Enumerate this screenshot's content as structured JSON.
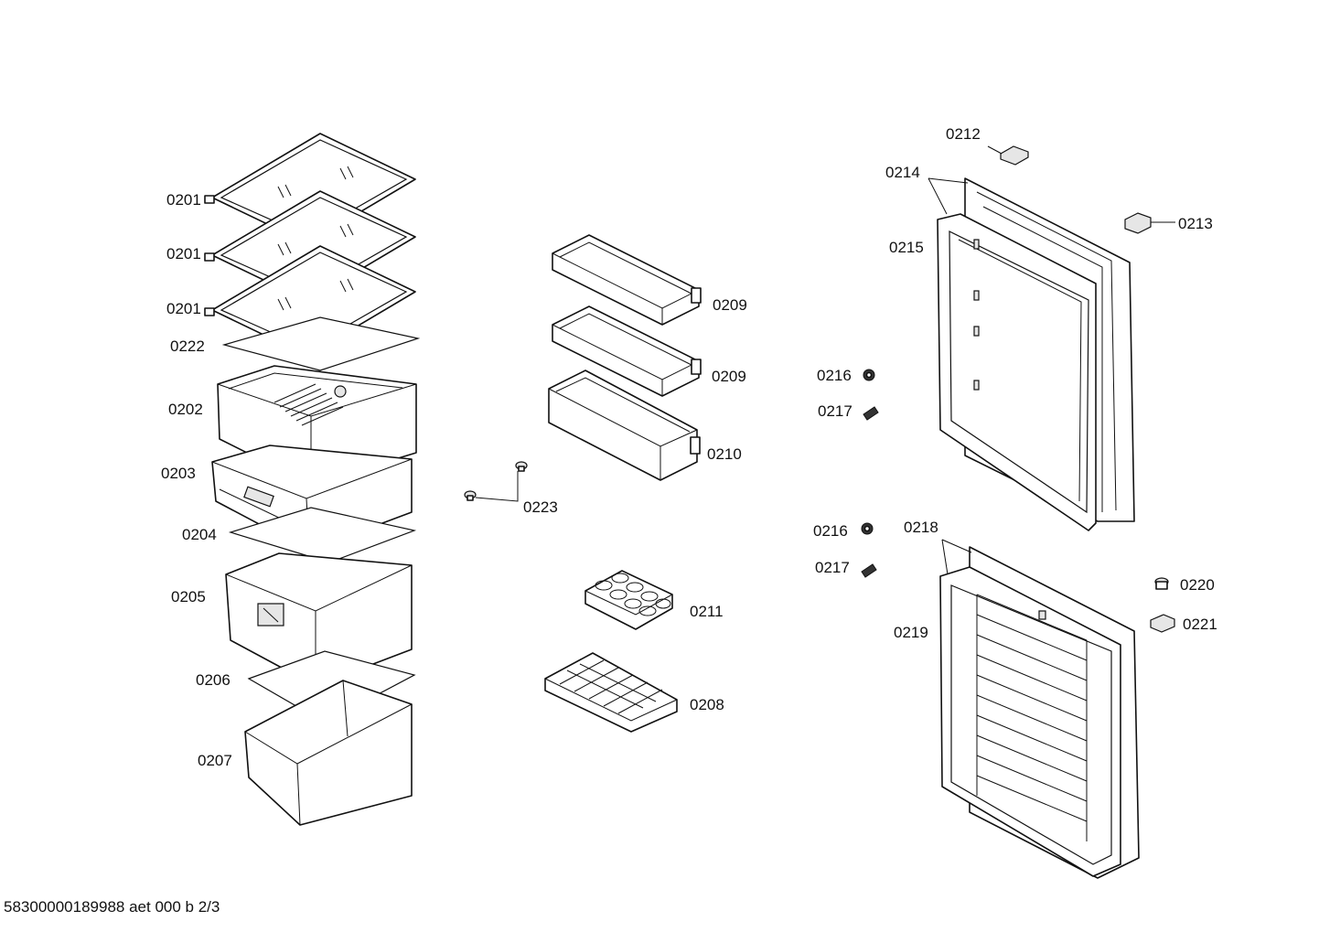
{
  "labels": {
    "l0201a": "0201",
    "l0201b": "0201",
    "l0201c": "0201",
    "l0222": "0222",
    "l0202": "0202",
    "l0203": "0203",
    "l0204": "0204",
    "l0205": "0205",
    "l0206": "0206",
    "l0207": "0207",
    "l0209a": "0209",
    "l0209b": "0209",
    "l0210": "0210",
    "l0223": "0223",
    "l0211": "0211",
    "l0208": "0208",
    "l0212": "0212",
    "l0214": "0214",
    "l0213": "0213",
    "l0215": "0215",
    "l0216a": "0216",
    "l0217a": "0217",
    "l0216b": "0216",
    "l0217b": "0217",
    "l0218": "0218",
    "l0220": "0220",
    "l0221": "0221",
    "l0219": "0219"
  },
  "footer": "58300000189988 aet 000 b 2/3"
}
